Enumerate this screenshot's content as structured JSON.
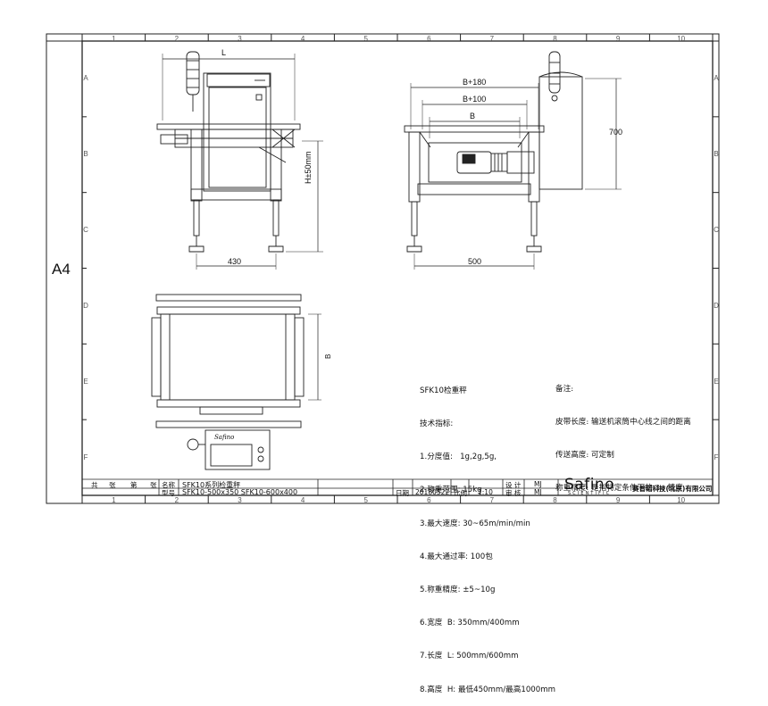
{
  "sheet": {
    "size": "A4",
    "columns": [
      "1",
      "2",
      "3",
      "4",
      "5",
      "6",
      "7",
      "8",
      "9",
      "10"
    ],
    "rows": [
      "A",
      "B",
      "C",
      "D",
      "E",
      "F"
    ]
  },
  "dimensions": {
    "L": "L",
    "h": "H±50mm",
    "w430": "430",
    "b180": "B+180",
    "b100": "B+100",
    "b": "B",
    "w500": "500",
    "h700": "700",
    "b_top": "B"
  },
  "specs": {
    "title": "SFK10检重秤",
    "subtitle": "技术指标:",
    "items": [
      "1.分度值:   1g,2g,5g,",
      "2.称重范围: 15kg",
      "3.最大速度: 30~65m/min/min",
      "4.最大通过率: 100包",
      "5.称重精度: ±5~10g",
      "6.宽度  B: 350mm/400mm",
      "7.长度  L: 500mm/600mm",
      "8.高度  H: 最低450mm/最高1000mm"
    ]
  },
  "remarks": {
    "title": "备注:",
    "items": [
      "皮带长度: 输送机滚筒中心线之间的距离",
      "传送高度: 可定制",
      "称重精度: 是指特定条件下的 3σ 精度"
    ]
  },
  "title_block": {
    "total_label": "共",
    "sheets_label": "张",
    "page_label": "第",
    "page_label2": "张",
    "name_label": "名称",
    "name_value": "SFK10系列检重秤",
    "model_label": "型号",
    "model_value": "SFK10-500x350   SFK10-600x400",
    "date_label": "日期",
    "date_value": "20180522",
    "scale_label": "比例",
    "scale_value": "1:10",
    "design_label": "设 计",
    "design_value": "MJ",
    "review_label": "审 核",
    "review_value": "MJ",
    "brand": "Safino",
    "brand_sub": "SCIENTIFIC",
    "company": "赛普诺科技(北京)有限公司"
  },
  "panel_logo": "Safino"
}
